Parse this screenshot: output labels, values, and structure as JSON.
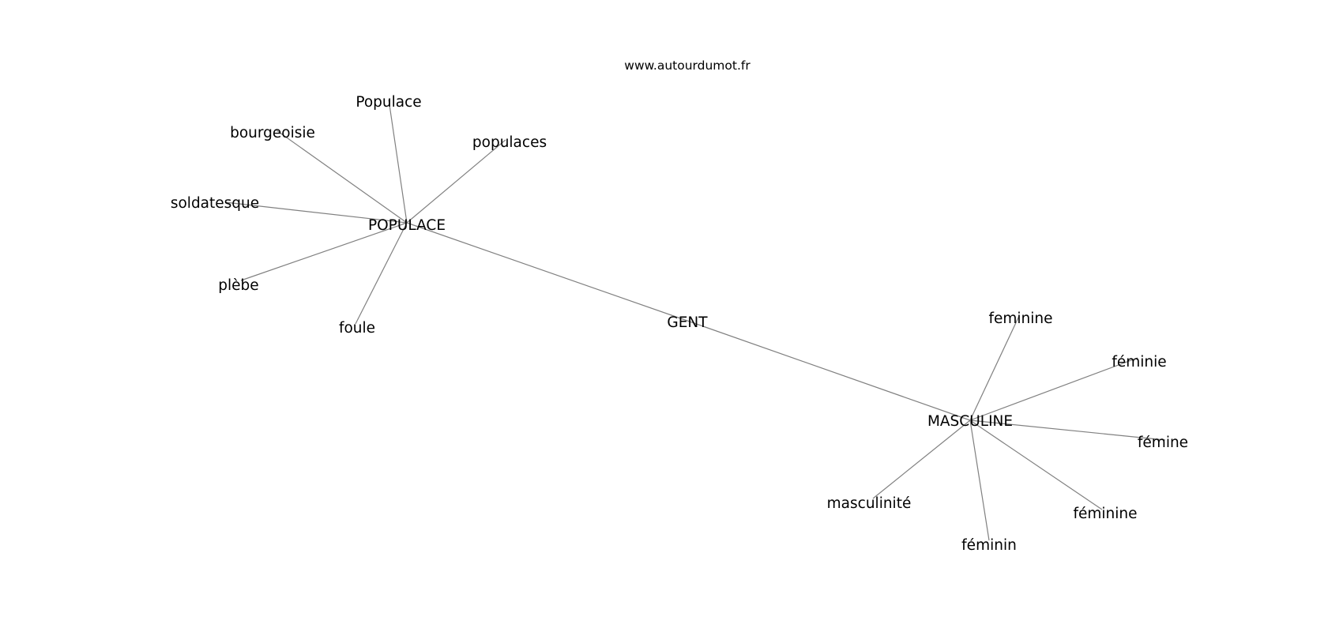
{
  "watermark": "www.autourdumot.fr",
  "nodes": [
    {
      "id": "gent",
      "label": "GENT"
    },
    {
      "id": "populace_hub",
      "label": "POPULACE"
    },
    {
      "id": "masculine_hub",
      "label": "MASCULINE"
    },
    {
      "id": "populace_cap",
      "label": "Populace"
    },
    {
      "id": "bourgeoisie",
      "label": "bourgeoisie"
    },
    {
      "id": "populaces",
      "label": "populaces"
    },
    {
      "id": "soldatesque",
      "label": "soldatesque"
    },
    {
      "id": "plebe",
      "label": "plèbe"
    },
    {
      "id": "foule",
      "label": "foule"
    },
    {
      "id": "feminine1",
      "label": "feminine"
    },
    {
      "id": "feminie",
      "label": "féminie"
    },
    {
      "id": "femine",
      "label": "fémine"
    },
    {
      "id": "feminine2",
      "label": "féminine"
    },
    {
      "id": "feminin",
      "label": "féminin"
    },
    {
      "id": "masculinite",
      "label": "masculinité"
    }
  ],
  "edges": [
    [
      "populace_hub",
      "gent"
    ],
    [
      "gent",
      "masculine_hub"
    ],
    [
      "populace_hub",
      "populace_cap"
    ],
    [
      "populace_hub",
      "bourgeoisie"
    ],
    [
      "populace_hub",
      "populaces"
    ],
    [
      "populace_hub",
      "soldatesque"
    ],
    [
      "populace_hub",
      "plebe"
    ],
    [
      "populace_hub",
      "foule"
    ],
    [
      "masculine_hub",
      "feminine1"
    ],
    [
      "masculine_hub",
      "feminie"
    ],
    [
      "masculine_hub",
      "femine"
    ],
    [
      "masculine_hub",
      "feminine2"
    ],
    [
      "masculine_hub",
      "feminin"
    ],
    [
      "masculine_hub",
      "masculinite"
    ]
  ]
}
